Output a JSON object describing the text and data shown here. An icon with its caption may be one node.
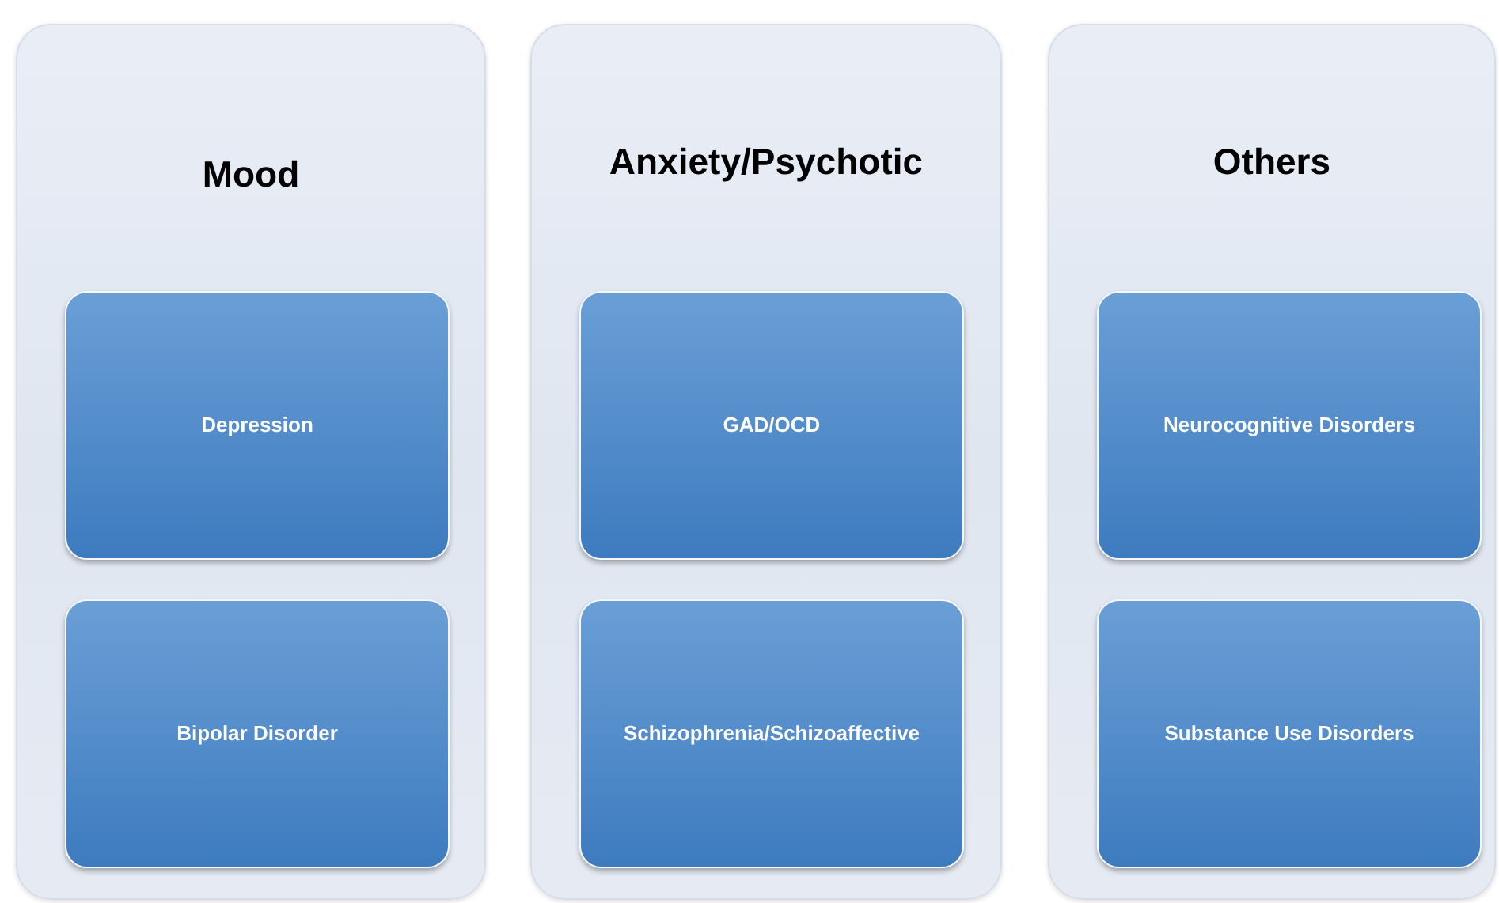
{
  "diagram": {
    "nodes": [
      {
        "text": [
          "Mood"
        ]
      },
      {
        "text": [
          "Depression"
        ],
        "in": 0
      },
      {
        "text": [
          "Bipolar Disorder"
        ],
        "in": 0
      },
      {
        "text": [
          "Anxiety/Psychotic"
        ]
      },
      {
        "text": [
          "GAD/OCD"
        ],
        "in": 3
      },
      {
        "text": [
          "Schizophrenia/Schizoaffective"
        ],
        "in": 3
      },
      {
        "text": [
          "Others"
        ]
      },
      {
        "text": [
          "Neurocognitive Disorders"
        ],
        "in": 6
      },
      {
        "text": [
          "Substance Use Disorders"
        ],
        "in": 6
      }
    ]
  }
}
